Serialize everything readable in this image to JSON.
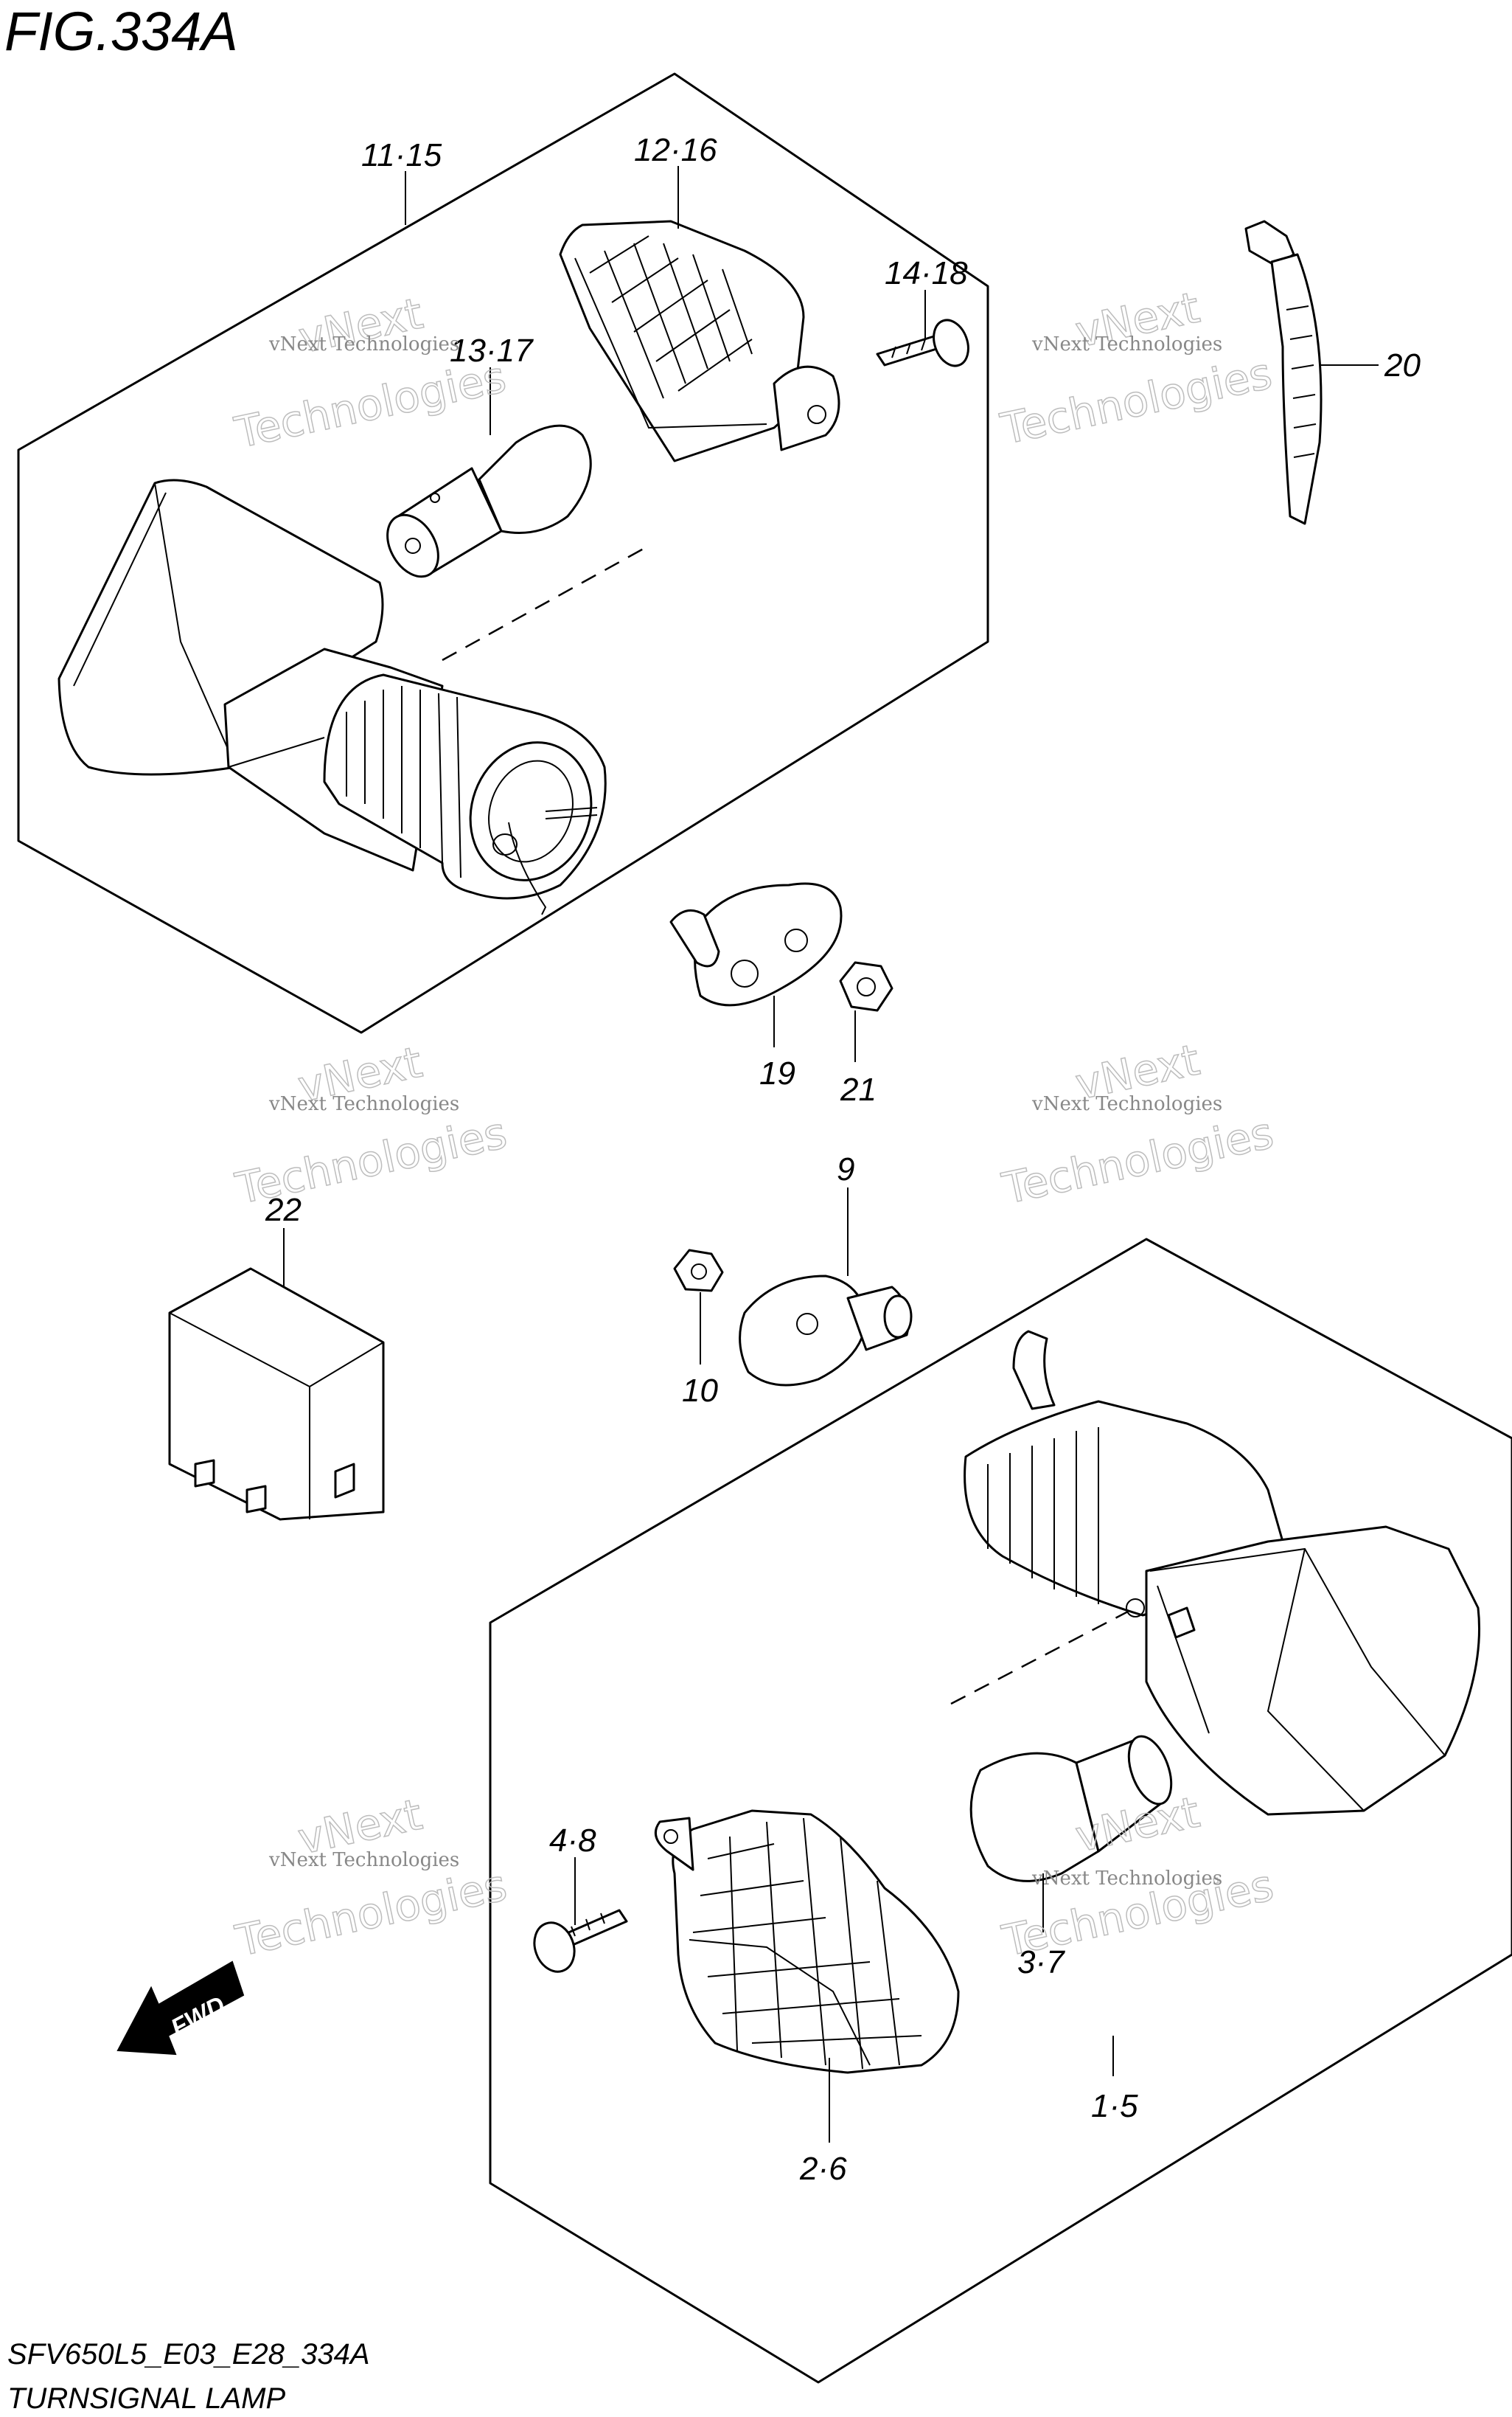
{
  "figure": {
    "title": "FIG.334A",
    "code": "SFV650L5_E03_E28_334A",
    "name": "TURNSIGNAL LAMP"
  },
  "callouts": {
    "c11_15": "11·15",
    "c12_16": "12·16",
    "c14_18": "14·18",
    "c13_17": "13·17",
    "c20": "20",
    "c19": "19",
    "c21": "21",
    "c22": "22",
    "c9": "9",
    "c10": "10",
    "c4_8": "4·8",
    "c3_7": "3·7",
    "c2_6": "2·6",
    "c1_5": "1·5"
  },
  "arrow": {
    "label": "FWD"
  },
  "watermark": {
    "line1": "vNext Technologies",
    "line2": "Technologies",
    "line3": "vNext"
  }
}
